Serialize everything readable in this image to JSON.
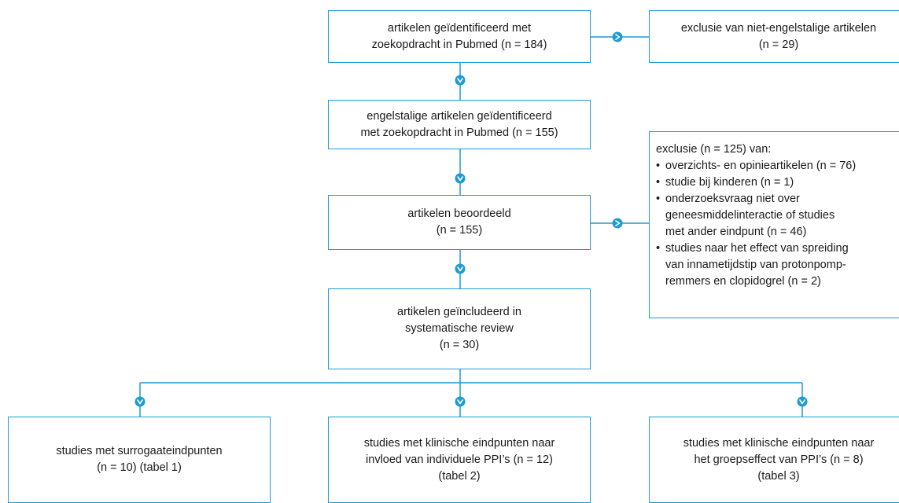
{
  "colors": {
    "line": "#1e9ad6",
    "text": "#1a1a1a"
  },
  "boxes": {
    "identified": {
      "lines": [
        "artikelen geïdentificeerd met",
        "zoekopdracht in Pubmed (n = 184)"
      ]
    },
    "english": {
      "lines": [
        "engelstalige artikelen geïdentificeerd",
        "met zoekopdracht in Pubmed (n = 155)"
      ]
    },
    "assessed": {
      "lines": [
        "artikelen beoordeeld",
        "(n =  155)"
      ]
    },
    "included": {
      "lines": [
        "artikelen geïncludeerd in",
        "systematische review",
        "(n = 30)"
      ]
    },
    "exclusion_language": {
      "lines": [
        "exclusie van niet-engelstalige artikelen",
        "(n = 29)"
      ]
    },
    "exclusion_detail": {
      "heading": "exclusie (n  =  125) van:",
      "items": [
        {
          "lines": [
            "overzichts- en opinieartikelen (n = 76)"
          ]
        },
        {
          "lines": [
            "studie bij kinderen (n = 1)"
          ]
        },
        {
          "lines": [
            "onderzoeksvraag niet over",
            "geneesmiddelinteractie of studies",
            "met ander eindpunt (n = 46)"
          ]
        },
        {
          "lines": [
            "studies naar het effect van spreiding",
            "van innametijdstip van protonpomp-",
            "remmers en clopidogrel (n = 2)"
          ]
        }
      ]
    },
    "surrogate": {
      "lines": [
        "studies met surrogaateindpunten",
        "(n = 10) (tabel 1)"
      ]
    },
    "clinical_individual": {
      "lines": [
        "studies met klinische eindpunten naar",
        "invloed van individuele PPI’s (n = 12)",
        "(tabel 2)"
      ]
    },
    "clinical_group": {
      "lines": [
        "studies met klinische eindpunten naar",
        "het groepseffect van PPI’s (n = 8)",
        "(tabel 3)"
      ]
    }
  },
  "icons": {
    "arrow_down": "v",
    "arrow_right": ">"
  }
}
